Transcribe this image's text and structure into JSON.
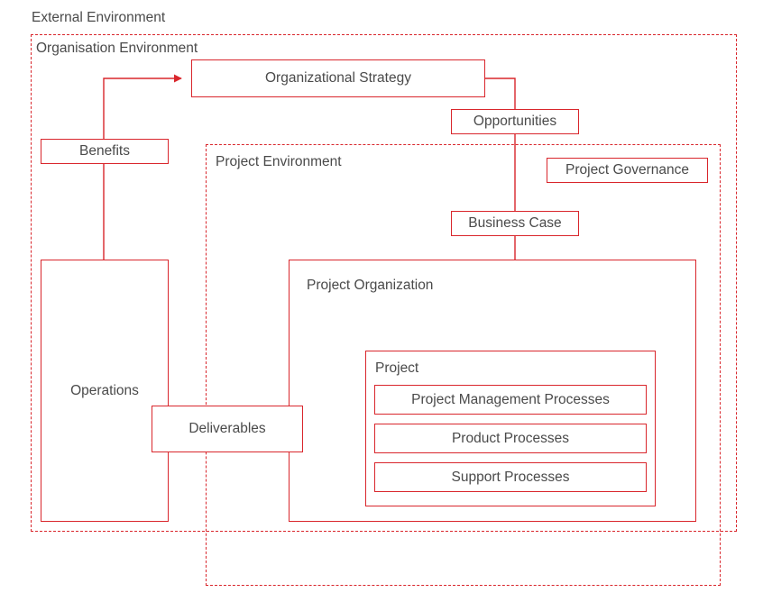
{
  "colors": {
    "accent": "#d9262c",
    "text": "#4a4a4a"
  },
  "labels": {
    "external_environment": "External Environment",
    "organisation_environment": "Organisation Environment",
    "project_environment": "Project Environment",
    "project_organization": "Project Organization",
    "project": "Project",
    "operations": "Operations"
  },
  "boxes": {
    "organizational_strategy": "Organizational Strategy",
    "opportunities": "Opportunities",
    "benefits": "Benefits",
    "project_governance": "Project Governance",
    "business_case": "Business Case",
    "deliverables": "Deliverables",
    "project_management_processes": "Project Management Processes",
    "product_processes": "Product Processes",
    "support_processes": "Support Processes"
  }
}
